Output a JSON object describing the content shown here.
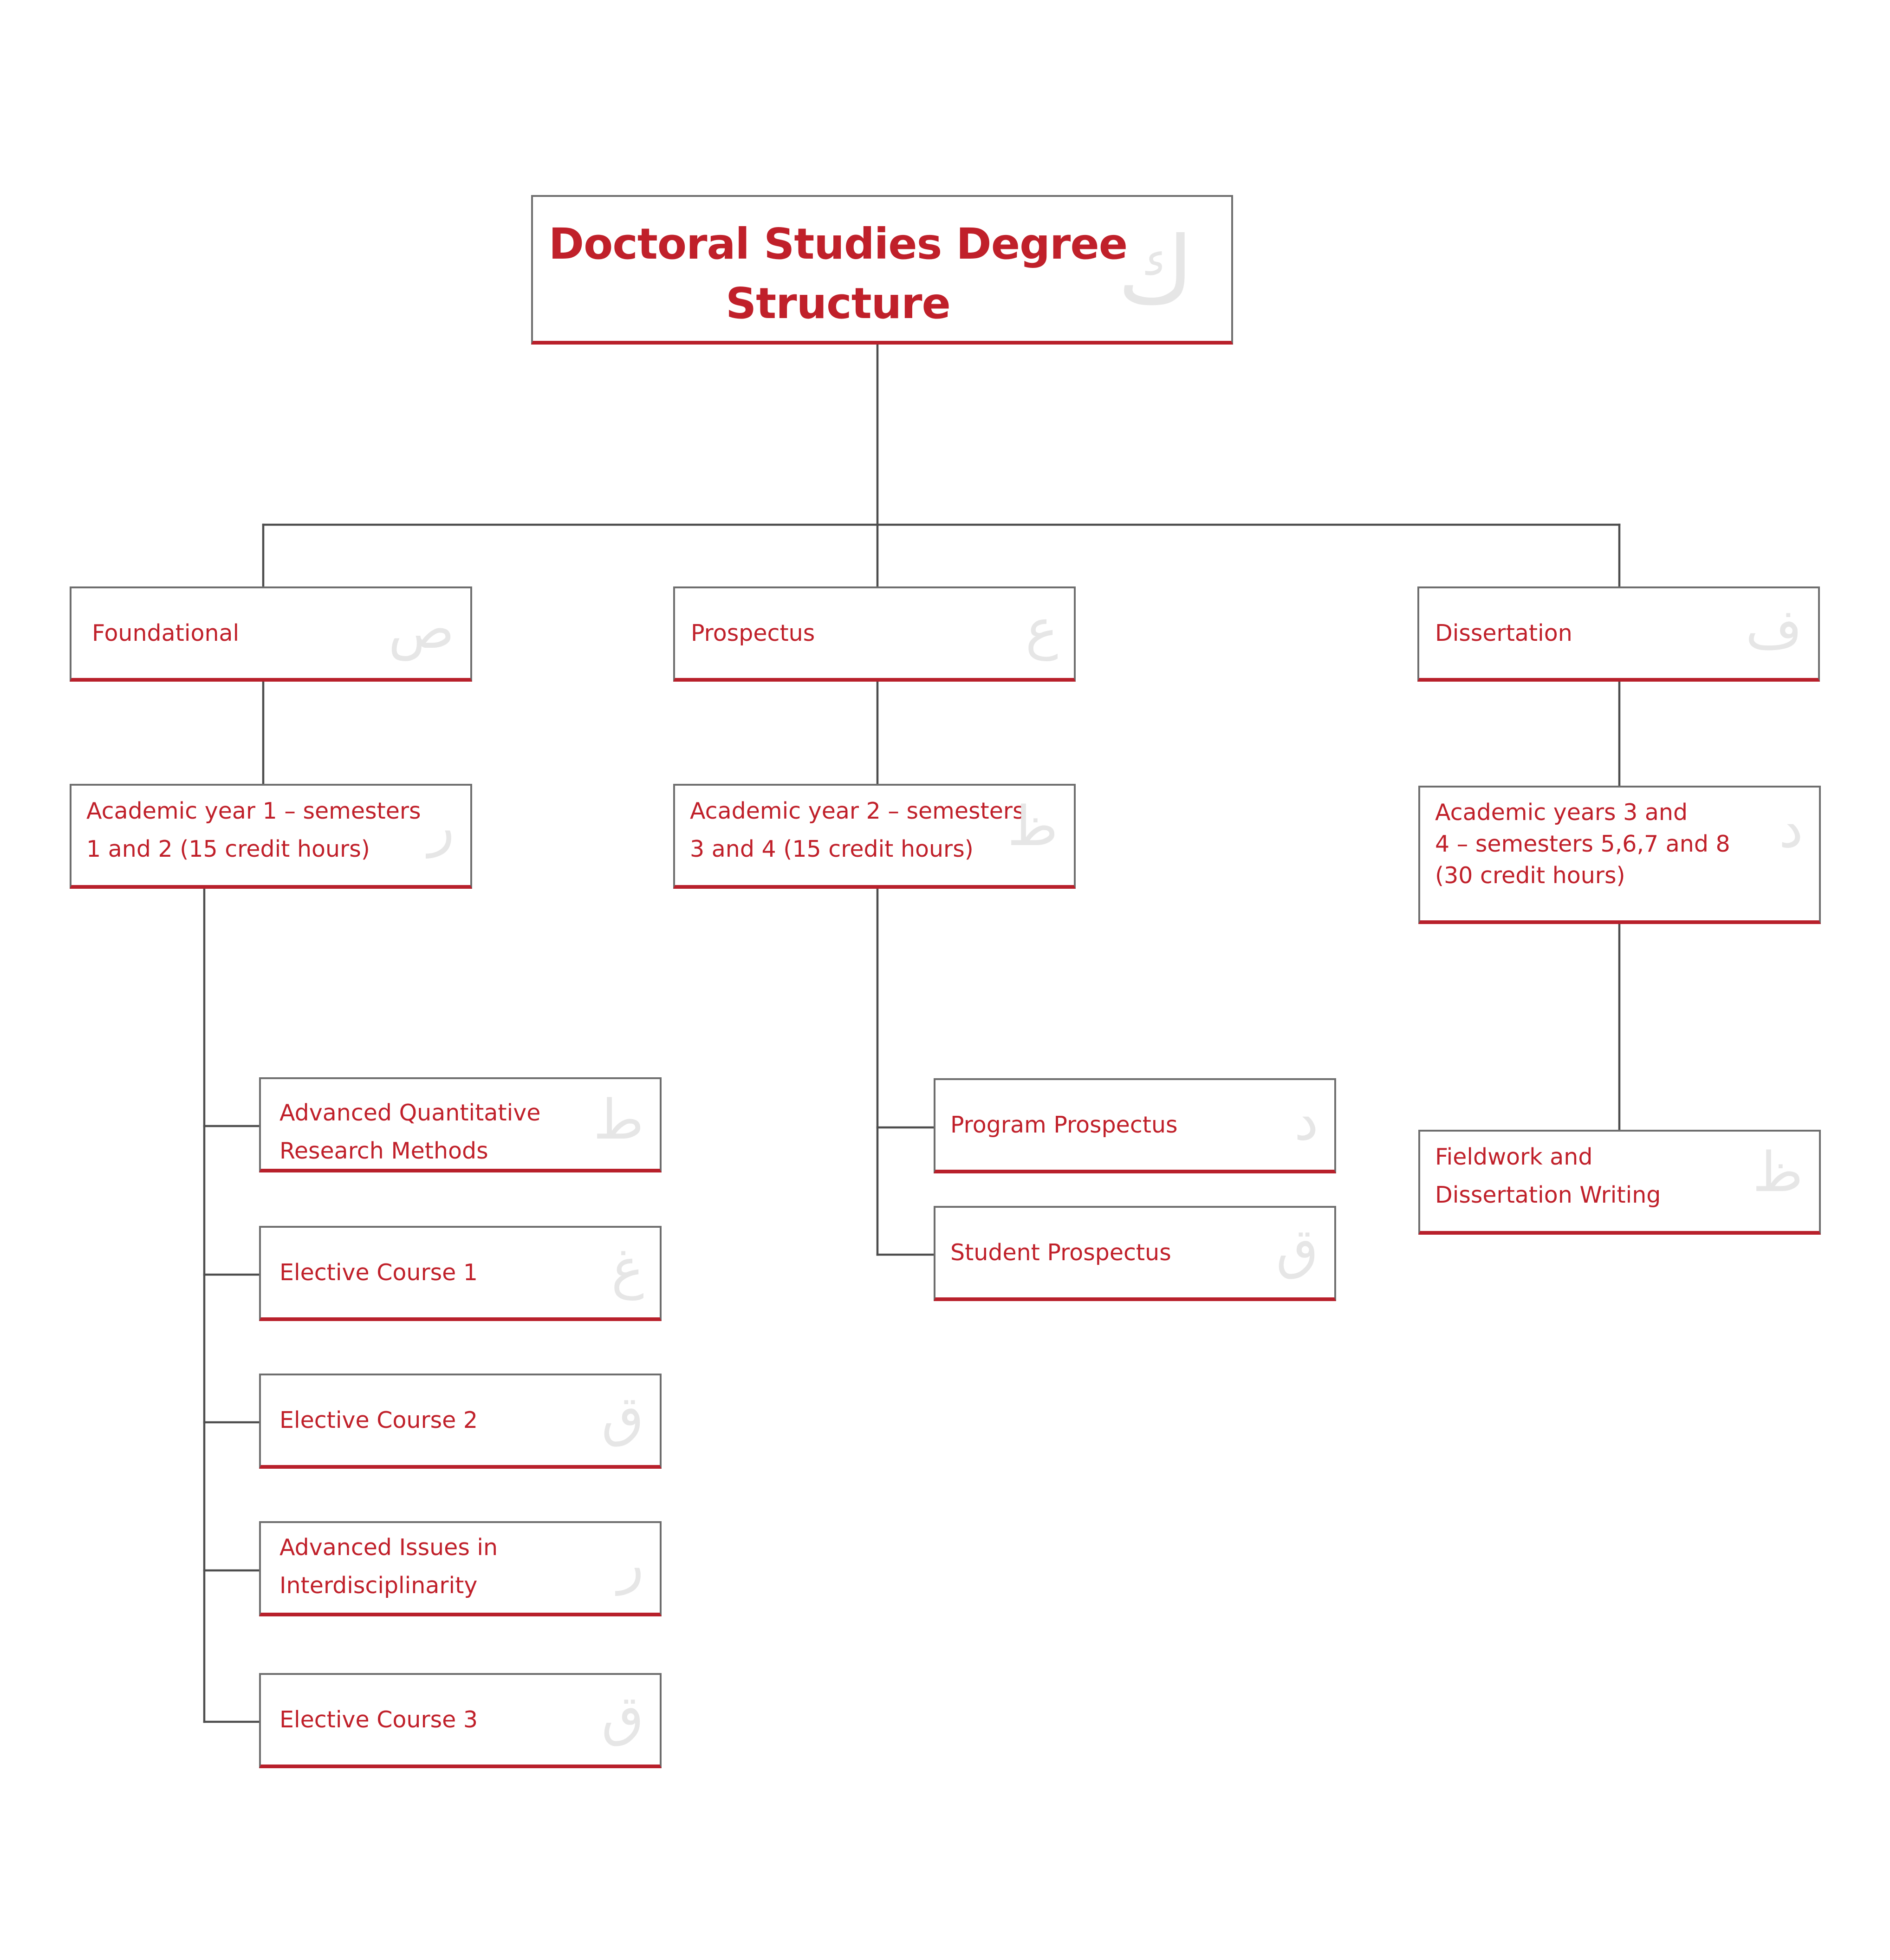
{
  "diagram": {
    "root": {
      "title": "Doctoral Studies Degree\nStructure",
      "glyph": "ك"
    },
    "branches": [
      {
        "id": "foundational",
        "label": "Foundational",
        "glyph": "ص",
        "term": {
          "label": "Academic year 1 – semesters\n1 and 2  (15 credit hours)",
          "glyph": "ر"
        },
        "children": [
          {
            "label": "Advanced Quantitative\nResearch Methods",
            "glyph": "ط"
          },
          {
            "label": "Elective Course 1",
            "glyph": "غ"
          },
          {
            "label": "Elective Course 2",
            "glyph": "ق"
          },
          {
            "label": "Advanced  Issues in\n Interdisciplinarity",
            "glyph": "ر"
          },
          {
            "label": "Elective Course  3",
            "glyph": "ق"
          }
        ]
      },
      {
        "id": "prospectus",
        "label": "Prospectus",
        "glyph": "ع",
        "term": {
          "label": "Academic year 2 – semesters\n3 and 4 (15 credit hours)",
          "glyph": "ظ"
        },
        "children": [
          {
            "label": "Program Prospectus",
            "glyph": "د"
          },
          {
            "label": "Student Prospectus",
            "glyph": "ق"
          }
        ]
      },
      {
        "id": "dissertation",
        "label": "Dissertation",
        "glyph": "ف",
        "term": {
          "label": "Academic years 3 and\n4 – semesters 5,6,7 and 8\n(30 credit hours)",
          "glyph": "د"
        },
        "children": [
          {
            "label": " Fieldwork and\nDissertation Writing",
            "glyph": "ظ"
          }
        ]
      }
    ]
  }
}
